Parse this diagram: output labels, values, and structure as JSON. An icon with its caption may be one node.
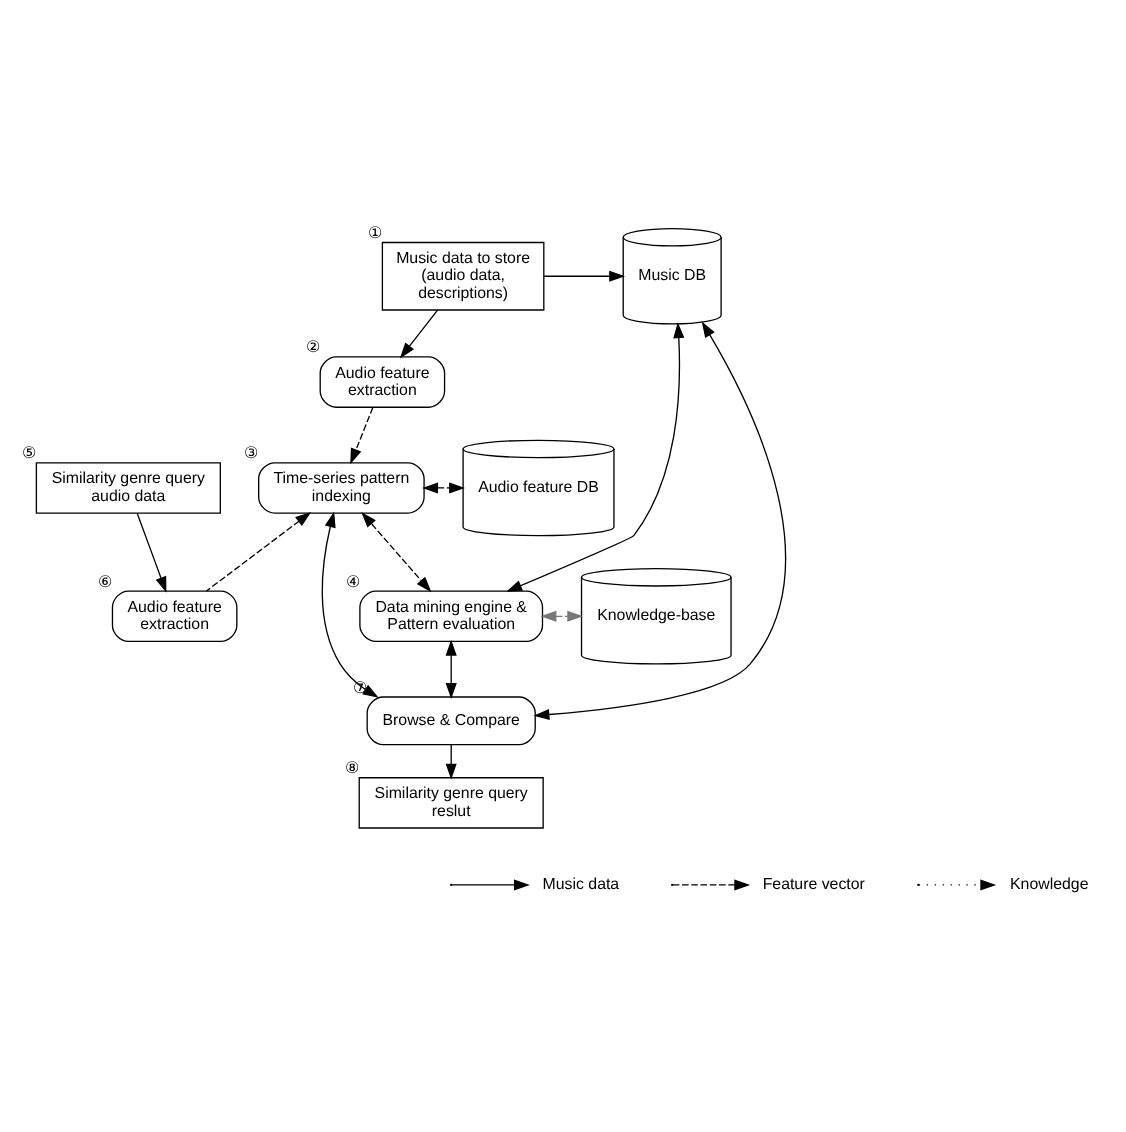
{
  "diagram": {
    "nodes": [
      {
        "text": [
          "Music data to store (audio data, descriptions)"
        ],
        "beside": [
          "①"
        ]
      },
      {
        "text": [
          "Audio feature extraction"
        ],
        "beside": [
          "②"
        ]
      },
      {
        "text": [
          "Similarity genre query audio data"
        ],
        "beside": [
          "⑤"
        ]
      },
      {
        "text": [
          "Music DB"
        ]
      },
      {
        "text": [
          "Time-series pattern indexing"
        ],
        "beside": [
          "③"
        ]
      },
      {
        "text": [
          "Audio feature extraction"
        ],
        "beside": [
          "⑥"
        ]
      },
      {
        "text": [
          "Audio feature DB"
        ]
      },
      {
        "text": [
          "Data mining engine & Pattern evaluation"
        ],
        "beside": [
          "④"
        ]
      },
      {
        "text": [
          "Browse & Compare"
        ],
        "beside": [
          "⑦"
        ]
      },
      {
        "text": [
          "Knowledge-base"
        ]
      },
      {
        "text": [
          "Similarity genre query reslut"
        ],
        "beside": [
          "⑧"
        ]
      }
    ],
    "edges": [
      {
        "from": 0,
        "to": 3,
        "arrow": "to"
      },
      {
        "from": 0,
        "to": 1,
        "arrow": "to"
      },
      {
        "from": 1,
        "to": 4,
        "arrow": "to",
        "style": "dashed"
      },
      {
        "from": 2,
        "to": 5,
        "arrow": "to"
      },
      {
        "from": 5,
        "to": 4,
        "arrow": "to",
        "style": "dashed"
      },
      {
        "from": 8,
        "to": 4,
        "arrow": "both"
      },
      {
        "from": 4,
        "to": 6,
        "arrow": "both",
        "style": "dashed"
      },
      {
        "from": 4,
        "to": 7,
        "arrow": "both",
        "style": "dashed"
      },
      {
        "from": 7,
        "to": 3,
        "arrow": "both"
      },
      {
        "from": 8,
        "to": 3,
        "arrow": "both"
      },
      {
        "from": 8,
        "to": 7,
        "arrow": "both"
      },
      {
        "from": 9,
        "to": 7,
        "arrow": "both",
        "style": "dashed",
        "color": "#777777"
      },
      {
        "from": 8,
        "to": 10,
        "arrow": "to"
      }
    ],
    "legend": [
      {
        "text": "Music data"
      },
      {
        "text": "Feature vector"
      },
      {
        "text": "Knowledge"
      }
    ]
  }
}
